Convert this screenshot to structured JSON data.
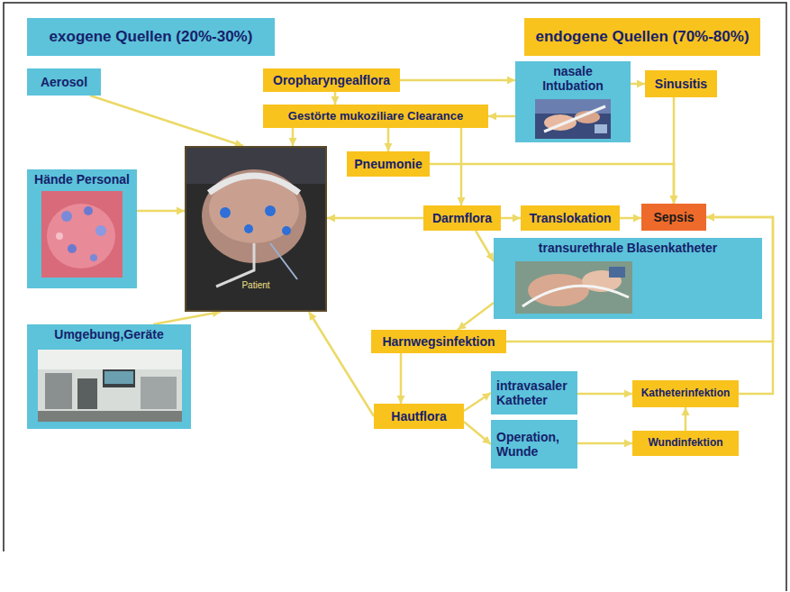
{
  "diagram": {
    "nodes": [
      {
        "text": [
          "exogene Quellen (20%-30%)"
        ]
      },
      {
        "text": [
          "endogene Quellen (70%-80%)"
        ]
      },
      {
        "text": [
          "Aerosol"
        ]
      },
      {
        "text": [
          "Oropharyngealflora"
        ]
      },
      {
        "text": [
          "nasale Intubation"
        ]
      },
      {
        "text": [
          "Sinusitis"
        ]
      },
      {
        "text": [
          "Gestörte mukoziliare Clearance"
        ]
      },
      {
        "text": [
          "Pneumonie"
        ]
      },
      {
        "text": [
          "Hände Personal"
        ]
      },
      {
        "text": [
          "Patient"
        ]
      },
      {
        "text": [
          "Darmflora"
        ]
      },
      {
        "text": [
          "Translokation"
        ]
      },
      {
        "text": [
          "Sepsis"
        ]
      },
      {
        "text": [
          "transurethrale Blasenkatheter"
        ]
      },
      {
        "text": [
          "Umgebung,Geräte"
        ]
      },
      {
        "text": [
          "Harnwegsinfektion"
        ]
      },
      {
        "text": [
          "Hautflora"
        ]
      },
      {
        "text": [
          "intravasaler Katheter"
        ]
      },
      {
        "text": [
          "Katheterinfektion"
        ]
      },
      {
        "text": [
          "Operation, Wunde"
        ]
      },
      {
        "text": [
          "Wundinfektion"
        ]
      }
    ],
    "edges": [
      {
        "from": 2,
        "to": 9,
        "arrow": "to"
      },
      {
        "from": 8,
        "to": 9,
        "arrow": "to"
      },
      {
        "from": 14,
        "to": 9,
        "arrow": "to"
      },
      {
        "from": 3,
        "to": 4,
        "arrow": "to"
      },
      {
        "from": 4,
        "to": 5,
        "arrow": "to"
      },
      {
        "from": 3,
        "to": 6,
        "arrow": "to"
      },
      {
        "from": 4,
        "to": 6,
        "arrow": "to"
      },
      {
        "from": 6,
        "to": 9,
        "arrow": "to"
      },
      {
        "from": 6,
        "to": 7,
        "arrow": "to"
      },
      {
        "from": 6,
        "to": 10,
        "arrow": "to"
      },
      {
        "from": 7,
        "to": 12,
        "arrow": "to"
      },
      {
        "from": 5,
        "to": 12,
        "arrow": "to"
      },
      {
        "from": 10,
        "to": 9,
        "arrow": "to"
      },
      {
        "from": 10,
        "to": 11,
        "arrow": "to"
      },
      {
        "from": 11,
        "to": 12,
        "arrow": "to"
      },
      {
        "from": 10,
        "to": 13,
        "arrow": "to"
      },
      {
        "from": 13,
        "to": 15,
        "arrow": "to"
      },
      {
        "from": 15,
        "to": 12,
        "arrow": "to"
      },
      {
        "from": 15,
        "to": 16,
        "arrow": "to"
      },
      {
        "from": 16,
        "to": 9,
        "arrow": "to"
      },
      {
        "from": 16,
        "to": 17,
        "arrow": "to"
      },
      {
        "from": 16,
        "to": 19,
        "arrow": "to"
      },
      {
        "from": 17,
        "to": 18,
        "arrow": "to"
      },
      {
        "from": 19,
        "to": 20,
        "arrow": "to"
      },
      {
        "from": 20,
        "to": 18,
        "arrow": "to"
      },
      {
        "from": 18,
        "to": 12,
        "arrow": "to"
      }
    ]
  }
}
